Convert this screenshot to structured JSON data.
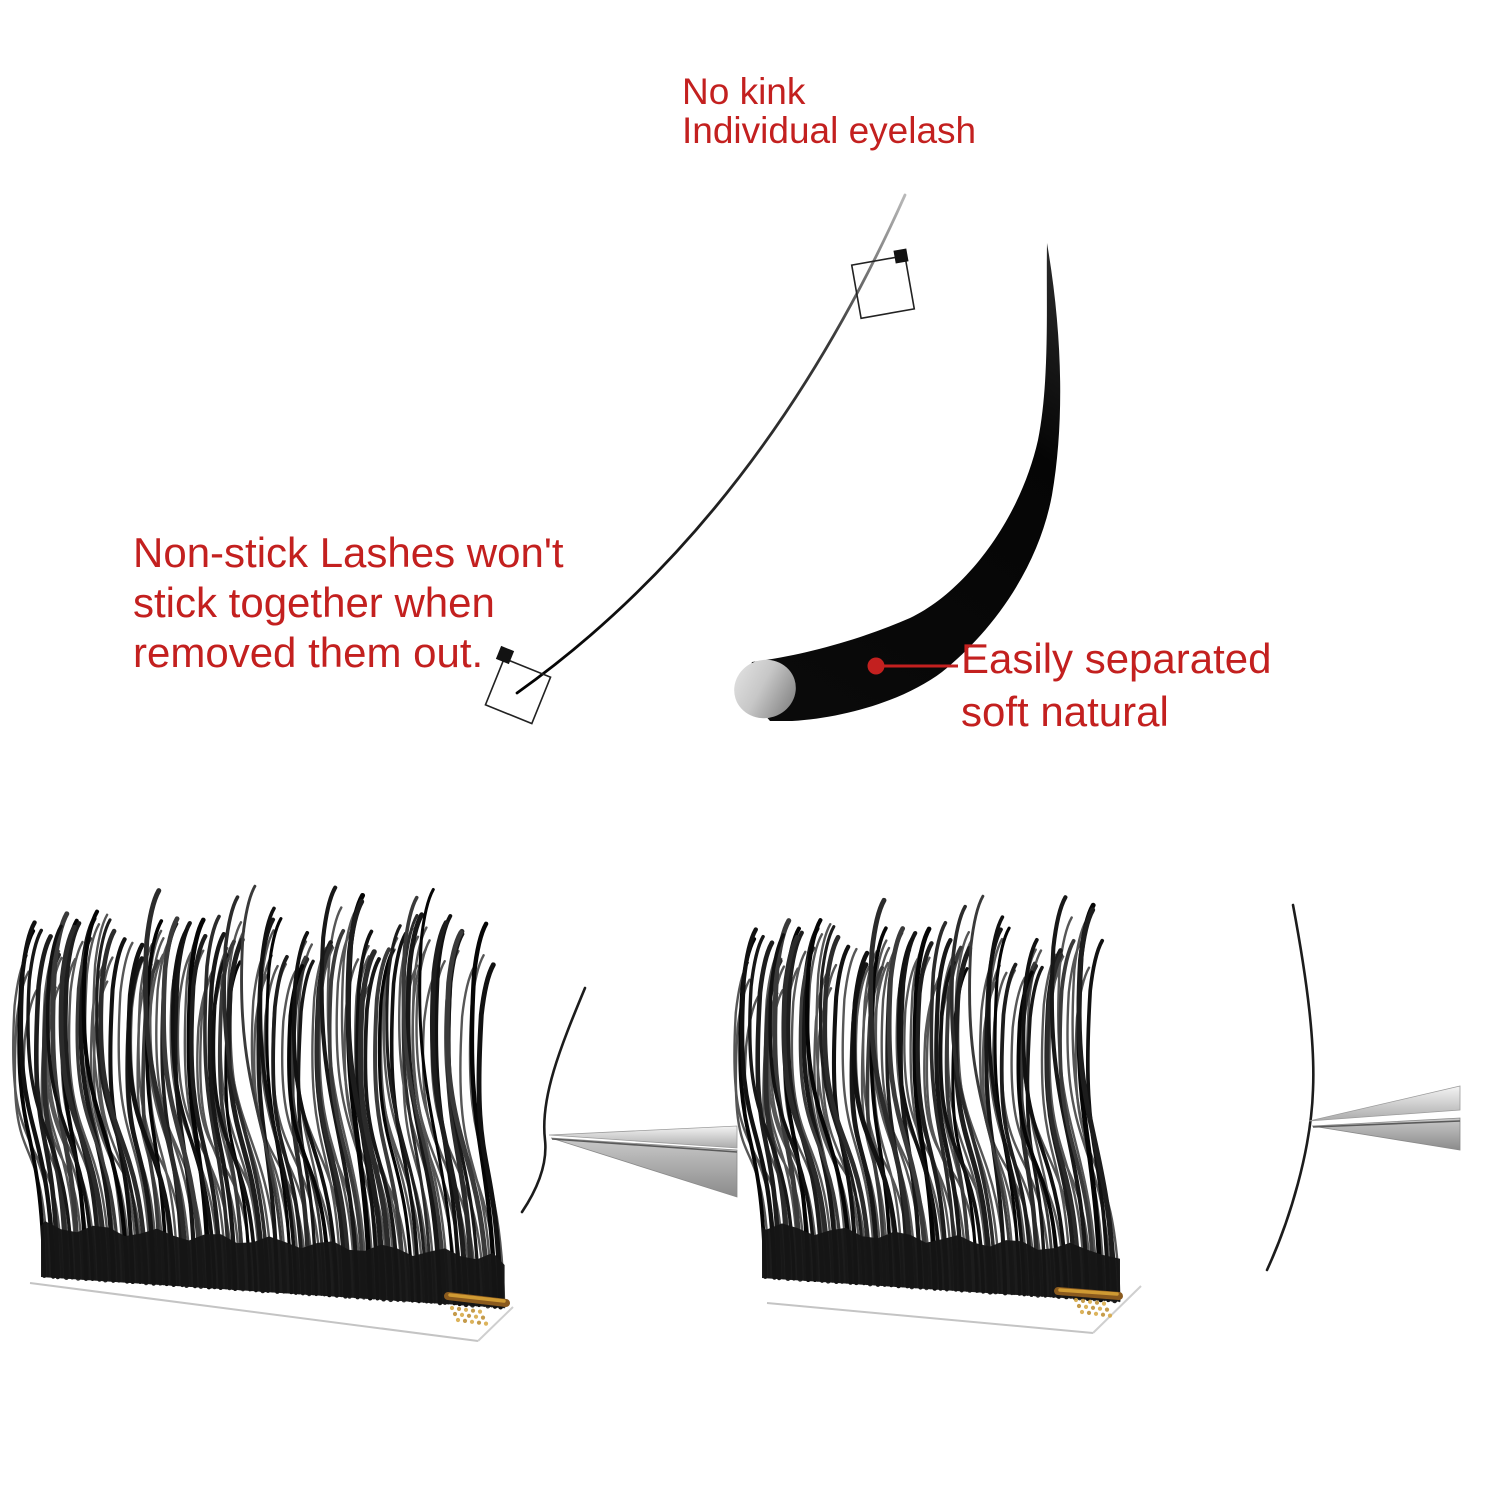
{
  "colors": {
    "accent_red": "#c3201f",
    "lash_black": "#0d0d0d",
    "tape_gold": "#d6a63e",
    "glue_bronze": "#8a5a1e",
    "tweezer_silver": "#c7c7c7"
  },
  "annotations": {
    "no_kink": {
      "lines": [
        "No kink",
        "Individual eyelash"
      ]
    },
    "non_stick": {
      "lines": [
        "Non-stick Lashes won't",
        "stick together when",
        "removed them out."
      ]
    },
    "easily_separated": {
      "lines": [
        "Easily separated",
        "soft natural"
      ]
    }
  }
}
